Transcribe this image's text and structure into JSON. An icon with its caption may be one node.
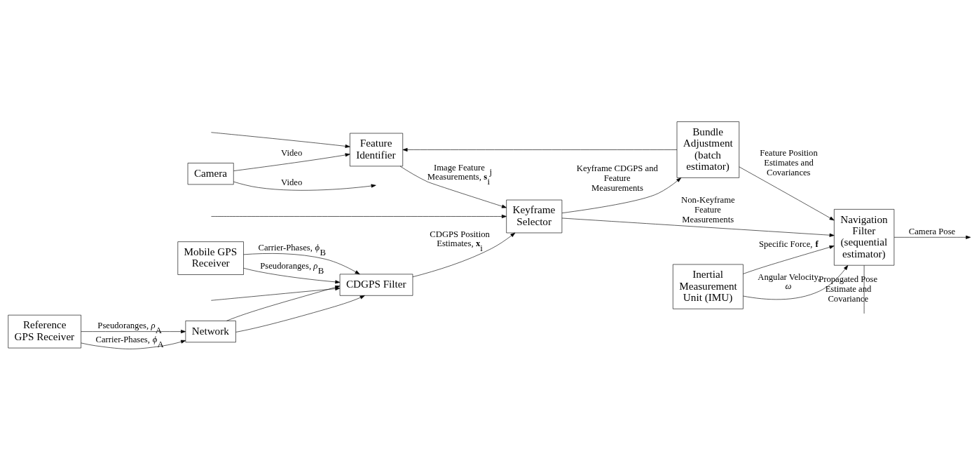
{
  "diagram": {
    "nodes": [
      {
        "text": [
          "Camera"
        ]
      },
      {
        "text": [
          "Feature Identifier"
        ]
      },
      {
        "text": [
          "Keyframe Selector"
        ]
      },
      {
        "text": [
          "Bundle Adjustment (batch estimator)"
        ]
      },
      {
        "text": [
          "Reference GPS Receiver"
        ]
      },
      {
        "text": [
          "Network"
        ]
      },
      {
        "text": [
          "CDGPS Filter"
        ]
      },
      {
        "text": [
          "Mobile GPS Receiver"
        ]
      },
      {
        "text": [
          "Navigation Filter (sequential estimator)"
        ]
      },
      {
        "text": [
          "Inertial Measurement Unit (IMU)"
        ]
      }
    ],
    "edges": [
      {
        "from": 0,
        "to": 1,
        "arrow": "to",
        "label": "Video"
      },
      {
        "from": 0,
        "to": null,
        "arrow": "to",
        "label": "Video"
      },
      {
        "from": 1,
        "to": 2,
        "arrow": "to",
        "label": "Image Feature Measurements, **s**$_{i}$$^{j}$"
      },
      {
        "from": 2,
        "to": 3,
        "arrow": "to",
        "label": "Keyframe CDGPS and Feature Measurements"
      },
      {
        "from": 2,
        "to": 8,
        "arrow": "to",
        "label": "Non-Keyframe Feature Measurements"
      },
      {
        "from": 4,
        "to": 5,
        "arrow": "to",
        "label": "Pseudoranges, *ρ*$_{A}$"
      },
      {
        "from": 4,
        "to": 5,
        "arrow": "to",
        "label": "Carrier-Phases, *ϕ*$_{A}$"
      },
      {
        "from": 5,
        "to": 6,
        "arrow": "to"
      },
      {
        "from": 5,
        "to": 6,
        "arrow": "to"
      },
      {
        "from": 7,
        "to": 6,
        "arrow": "to",
        "label": "Pseudoranges, *ρ*$_{B}$"
      },
      {
        "from": 7,
        "to": 6,
        "arrow": "to",
        "label": "Carrier-Phases, *ϕ*$_{B}$"
      },
      {
        "from": 6,
        "to": 2,
        "arrow": "to",
        "label": "CDGPS Position Estimates, **x**$_{i}$"
      },
      {
        "from": 3,
        "to": 8,
        "arrow": "to",
        "label": "Feature Position Estimates and Covariances"
      },
      {
        "from": 3,
        "to": 1,
        "arrow": "to"
      },
      {
        "from": 9,
        "to": 8,
        "arrow": "to",
        "label": "Specific Force, **f**"
      },
      {
        "from": 9,
        "to": 8,
        "arrow": "to",
        "label": "Angular Velocity, *ω*"
      },
      {
        "from": 8,
        "to": null,
        "arrow": "to",
        "label": "Camera Pose"
      },
      {
        "from": 8,
        "to": null,
        "arrow": "none",
        "label": "Propagated Pose Estimate and Covariance"
      },
      {
        "from": null,
        "to": 2,
        "arrow": "to"
      },
      {
        "from": null,
        "to": 1,
        "arrow": "to"
      },
      {
        "from": null,
        "to": 6,
        "arrow": "to"
      }
    ]
  }
}
